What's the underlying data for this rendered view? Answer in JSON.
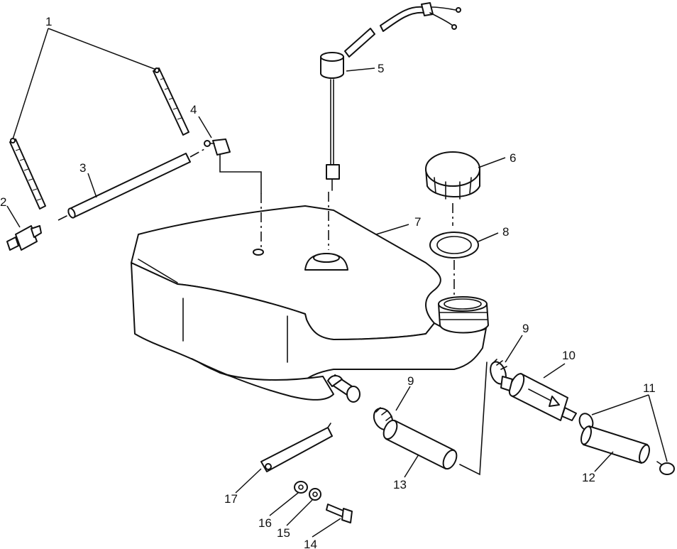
{
  "diagram": {
    "callouts": [
      "1",
      "2",
      "3",
      "4",
      "5",
      "6",
      "7",
      "8",
      "9",
      "10",
      "11",
      "12",
      "13",
      "14",
      "15",
      "16",
      "17",
      "9"
    ]
  }
}
